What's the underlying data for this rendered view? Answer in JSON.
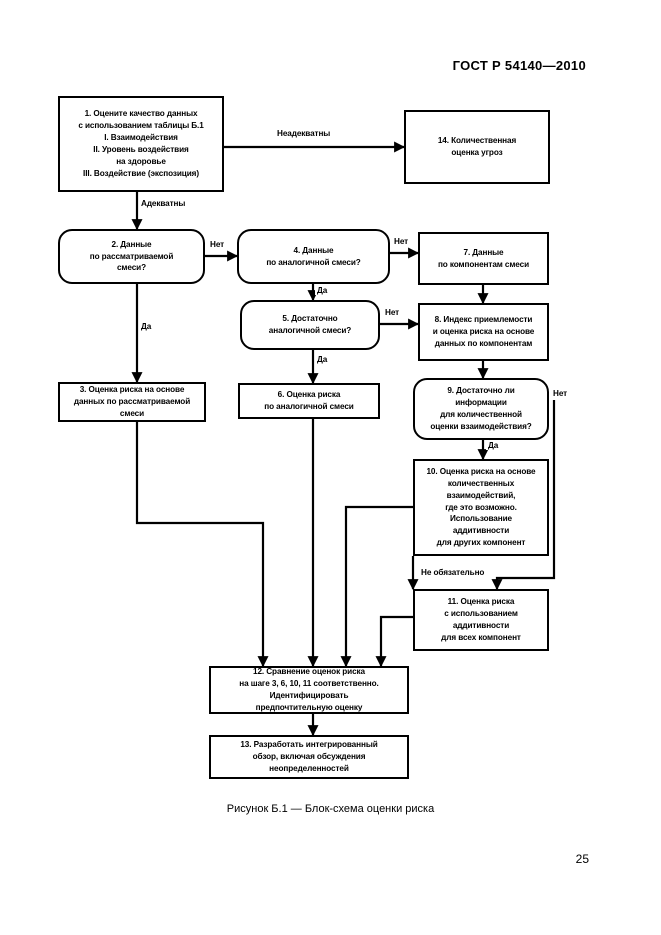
{
  "document": {
    "header": "ГОСТ Р 54140—2010",
    "page_number": "25",
    "figure_caption": "Рисунок Б.1 — Блок-схема оценки риска"
  },
  "flowchart": {
    "nodes": [
      {
        "id": "n1",
        "shape": "rect",
        "lines": [
          "1. Оцените качество данных",
          "с использованием таблицы Б.1",
          "I. Взаимодействия",
          "II. Уровень воздействия",
          "на здоровье",
          "III. Воздействие (экспозиция)"
        ]
      },
      {
        "id": "n14",
        "shape": "rect",
        "lines": [
          "14. Количественная",
          "оценка угроз"
        ]
      },
      {
        "id": "n2",
        "shape": "round",
        "lines": [
          "2. Данные",
          "по рассматриваемой",
          "смеси?"
        ]
      },
      {
        "id": "n4",
        "shape": "round",
        "lines": [
          "4. Данные",
          "по аналогичной смеси?"
        ]
      },
      {
        "id": "n7",
        "shape": "rect",
        "lines": [
          "7. Данные",
          "по компонентам смеси"
        ]
      },
      {
        "id": "n5",
        "shape": "round",
        "lines": [
          "5. Достаточно",
          "аналогичной смеси?"
        ]
      },
      {
        "id": "n8",
        "shape": "rect",
        "lines": [
          "8. Индекс приемлемости",
          "и оценка риска на основе",
          "данных по компонентам"
        ]
      },
      {
        "id": "n3",
        "shape": "rect",
        "lines": [
          "3. Оценка риска на основе",
          "данных по рассматриваемой",
          "смеси"
        ]
      },
      {
        "id": "n6",
        "shape": "rect",
        "lines": [
          "6. Оценка риска",
          "по аналогичной смеси"
        ]
      },
      {
        "id": "n9",
        "shape": "round",
        "lines": [
          "9. Достаточно ли",
          "информации",
          "для количественной",
          "оценки взаимодействия?"
        ]
      },
      {
        "id": "n10",
        "shape": "rect",
        "lines": [
          "10. Оценка риска на основе",
          "количественных",
          "взаимодействий,",
          "где это возможно.",
          "Использование",
          "аддитивности",
          "для других компонент"
        ]
      },
      {
        "id": "n11",
        "shape": "rect",
        "lines": [
          "11. Оценка риска",
          "с использованием",
          "аддитивности",
          "для всех компонент"
        ]
      },
      {
        "id": "n12",
        "shape": "rect",
        "lines": [
          "12. Сравнение оценок риска",
          "на шаге 3, 6, 10, 11 соответственно.",
          "Идентифицировать",
          "предпочтительную оценку"
        ]
      },
      {
        "id": "n13",
        "shape": "rect",
        "lines": [
          "13. Разработать интегрированный",
          "обзор, включая обсуждения",
          "неопределенностей"
        ]
      }
    ],
    "edge_labels": [
      {
        "id": "l-neadekvatny",
        "text": "Неадекватны"
      },
      {
        "id": "l-adekvatny",
        "text": "Адекватны"
      },
      {
        "id": "l-net-2",
        "text": "Нет"
      },
      {
        "id": "l-da-2",
        "text": "Да"
      },
      {
        "id": "l-net-4",
        "text": "Нет"
      },
      {
        "id": "l-da-4",
        "text": "Да"
      },
      {
        "id": "l-net-5",
        "text": "Нет"
      },
      {
        "id": "l-da-5",
        "text": "Да"
      },
      {
        "id": "l-net-9",
        "text": "Нет"
      },
      {
        "id": "l-da-9",
        "text": "Да"
      },
      {
        "id": "l-neobyazatelno",
        "text": "Не обязательно"
      }
    ]
  }
}
